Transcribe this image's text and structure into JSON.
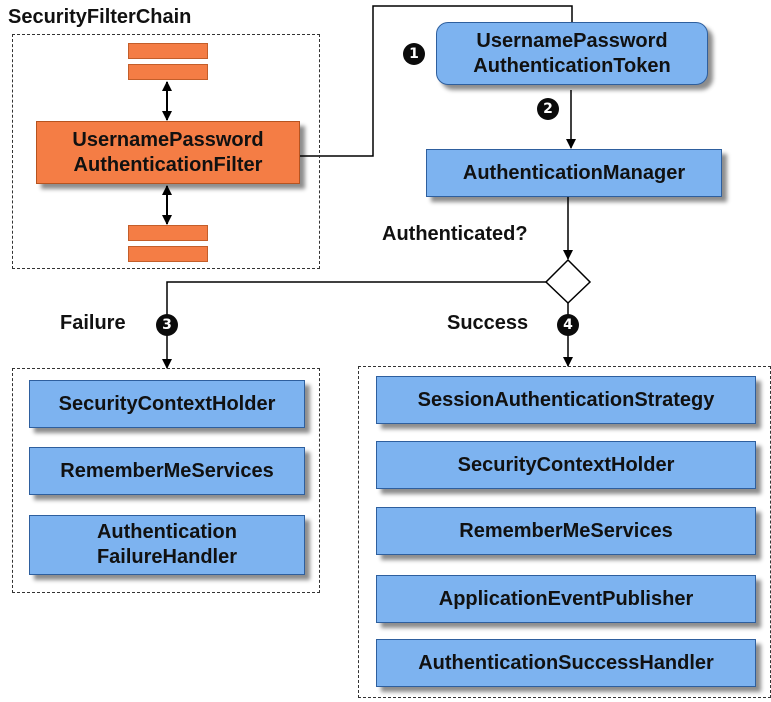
{
  "chain": {
    "title": "SecurityFilterChain",
    "filter_line1": "UsernamePassword",
    "filter_line2": "AuthenticationFilter"
  },
  "token": {
    "line1": "UsernamePassword",
    "line2": "AuthenticationToken"
  },
  "manager": {
    "label": "AuthenticationManager"
  },
  "decision": {
    "label": "Authenticated?"
  },
  "failure": {
    "label": "Failure",
    "items": [
      "SecurityContextHolder",
      "RememberMeServices"
    ],
    "handler_line1": "Authentication",
    "handler_line2": "FailureHandler"
  },
  "success": {
    "label": "Success",
    "items": [
      "SessionAuthenticationStrategy",
      "SecurityContextHolder",
      "RememberMeServices",
      "ApplicationEventPublisher",
      "AuthenticationSuccessHandler"
    ]
  },
  "steps": [
    "1",
    "2",
    "3",
    "4"
  ],
  "colors": {
    "filter_fill": "#f47d45",
    "component_fill": "#7db3f0",
    "badge_fill": "#0b0b0b"
  }
}
